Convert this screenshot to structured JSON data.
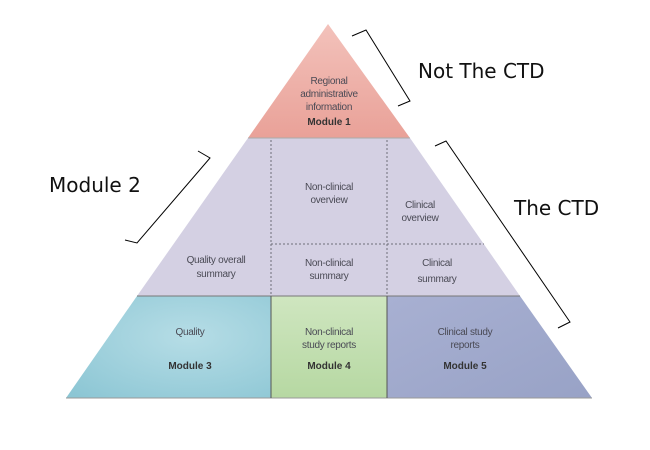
{
  "module1": {
    "lines": [
      "Regional",
      "administrative",
      "information"
    ],
    "label": "Module 1"
  },
  "module2": {
    "quality_overall": [
      "Quality overall",
      "summary"
    ],
    "nonclinical_overview": [
      "Non-clinical",
      "overview"
    ],
    "clinical_overview": [
      "Clinical",
      "overview"
    ],
    "nonclinical_summary": [
      "Non-clinical",
      "summary"
    ],
    "clinical_summary": [
      "Clinical",
      "summary"
    ]
  },
  "module3": {
    "lines": [
      "Quality"
    ],
    "label": "Module 3"
  },
  "module4": {
    "lines": [
      "Non-clinical",
      "study reports"
    ],
    "label": "Module 4"
  },
  "module5": {
    "lines": [
      "Clinical study",
      "reports"
    ],
    "label": "Module 5"
  },
  "annotations": {
    "not_ctd": "Not The CTD",
    "module2": "Module 2",
    "the_ctd": "The CTD"
  },
  "colors": {
    "module1": "#eba79f",
    "module2": "#d3cfe2",
    "module3": "#9fd0dc",
    "module4": "#c3deb2",
    "module5": "#a3acce"
  }
}
